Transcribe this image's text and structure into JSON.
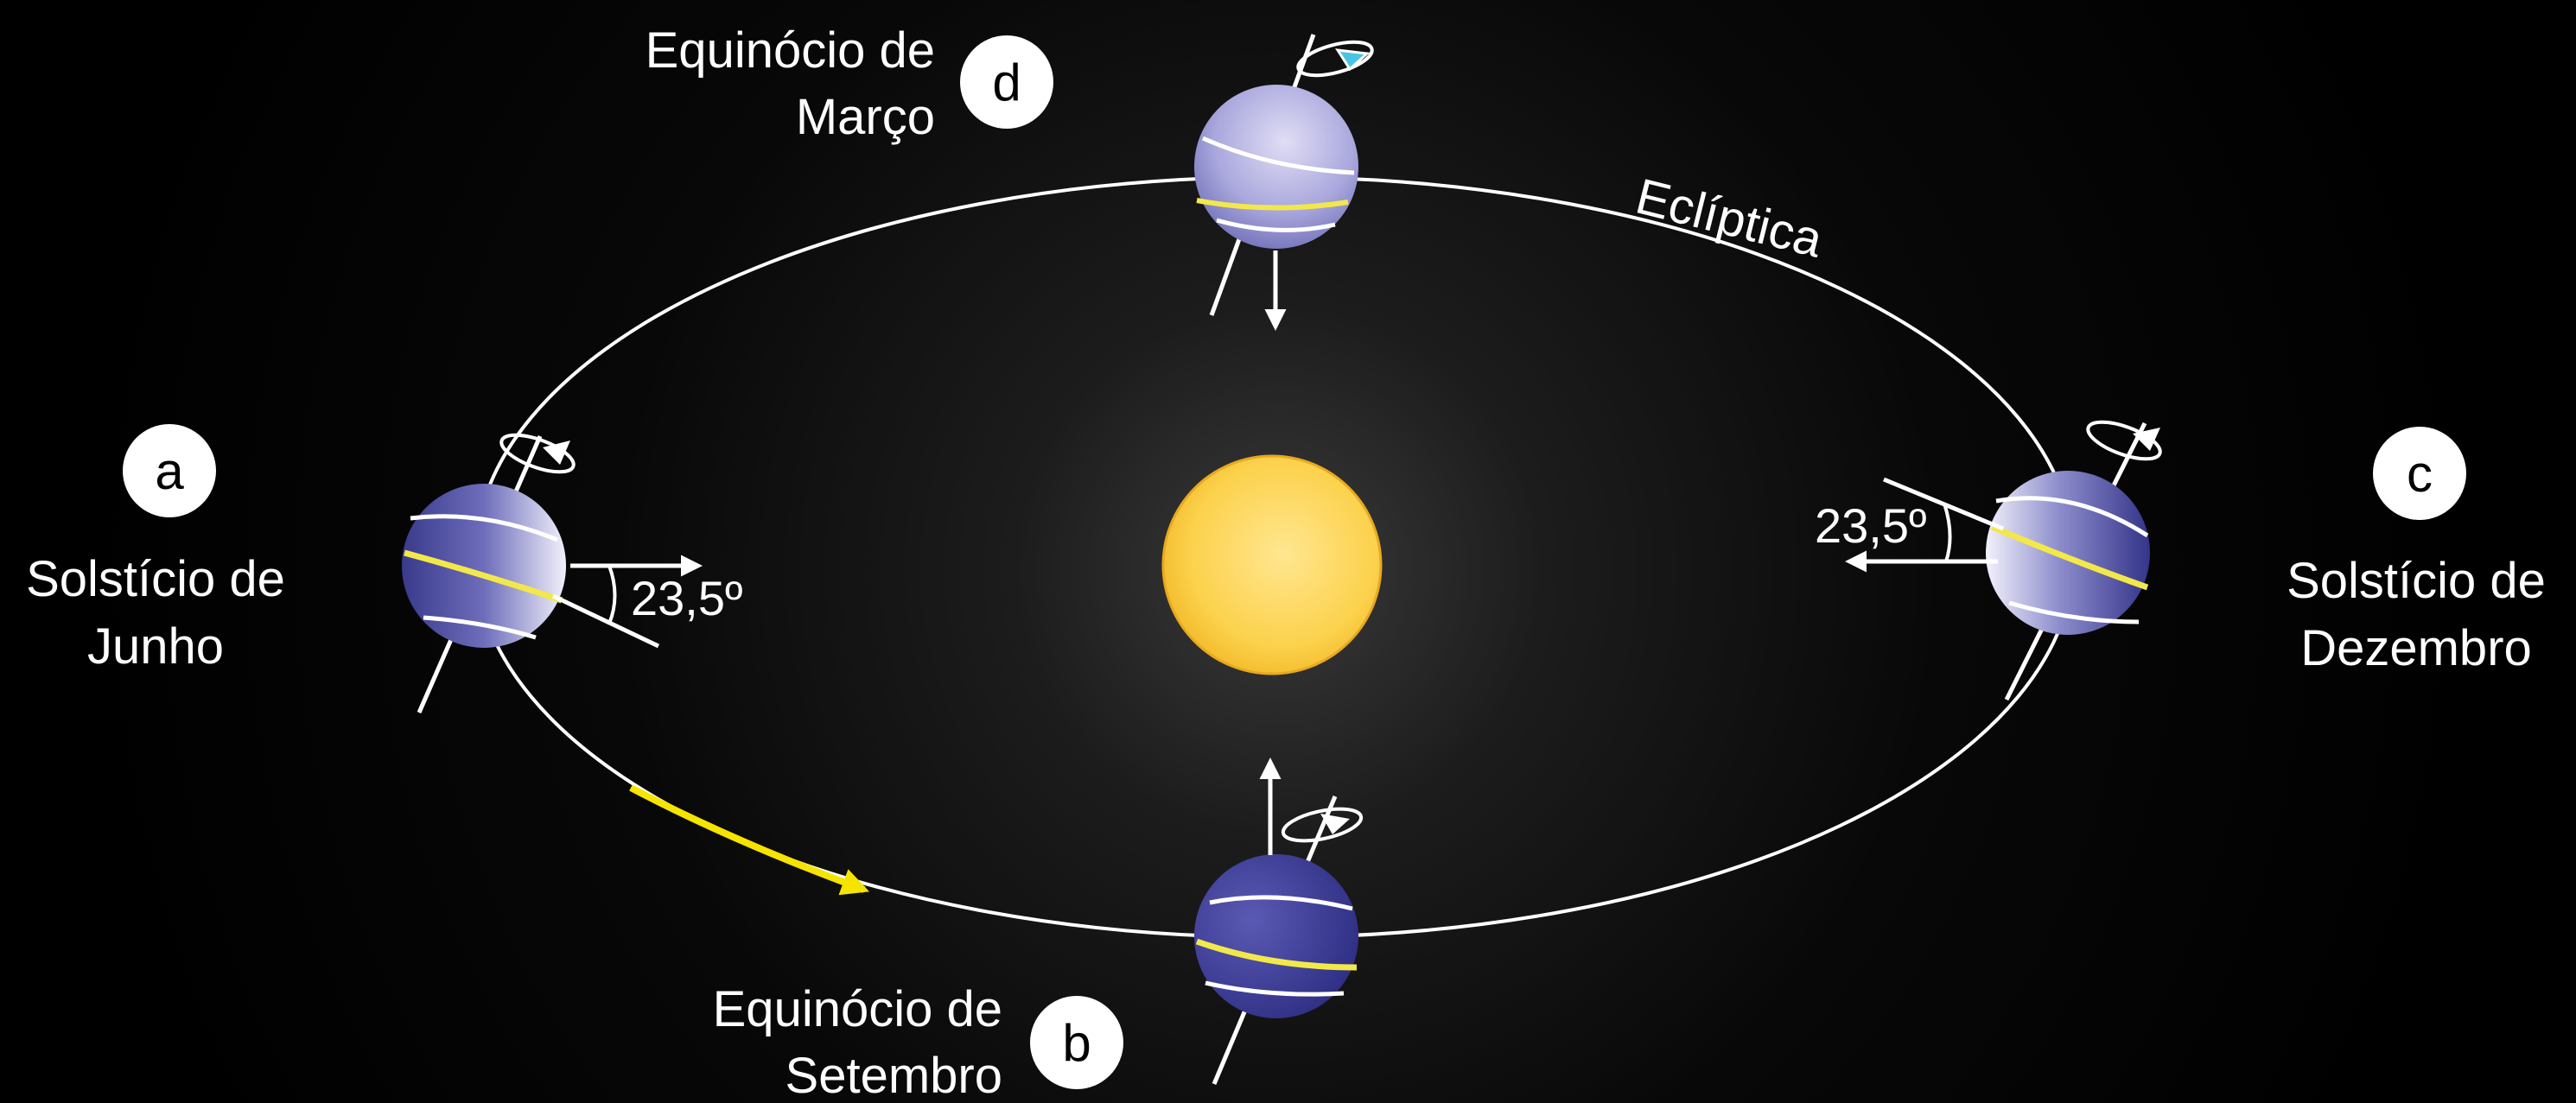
{
  "labels": {
    "ecliptic": "Eclíptica",
    "angle_june": "23,5º",
    "angle_december": "23,5º"
  },
  "positions": {
    "a": {
      "letter": "a",
      "line1": "Solstício de",
      "line2": "Junho"
    },
    "b": {
      "letter": "b",
      "line1": "Equinócio de",
      "line2": "Setembro"
    },
    "c": {
      "letter": "c",
      "line1": "Solstício de",
      "line2": "Dezembro"
    },
    "d": {
      "letter": "d",
      "line1": "Equinócio de",
      "line2": "Março"
    }
  },
  "colors": {
    "background": "#000000",
    "orbit": "#ffffff",
    "sun": "#f7c93a",
    "earth": "#3f3f9a",
    "equator": "#f2e84a",
    "motion_arrow": "#f5e400"
  }
}
